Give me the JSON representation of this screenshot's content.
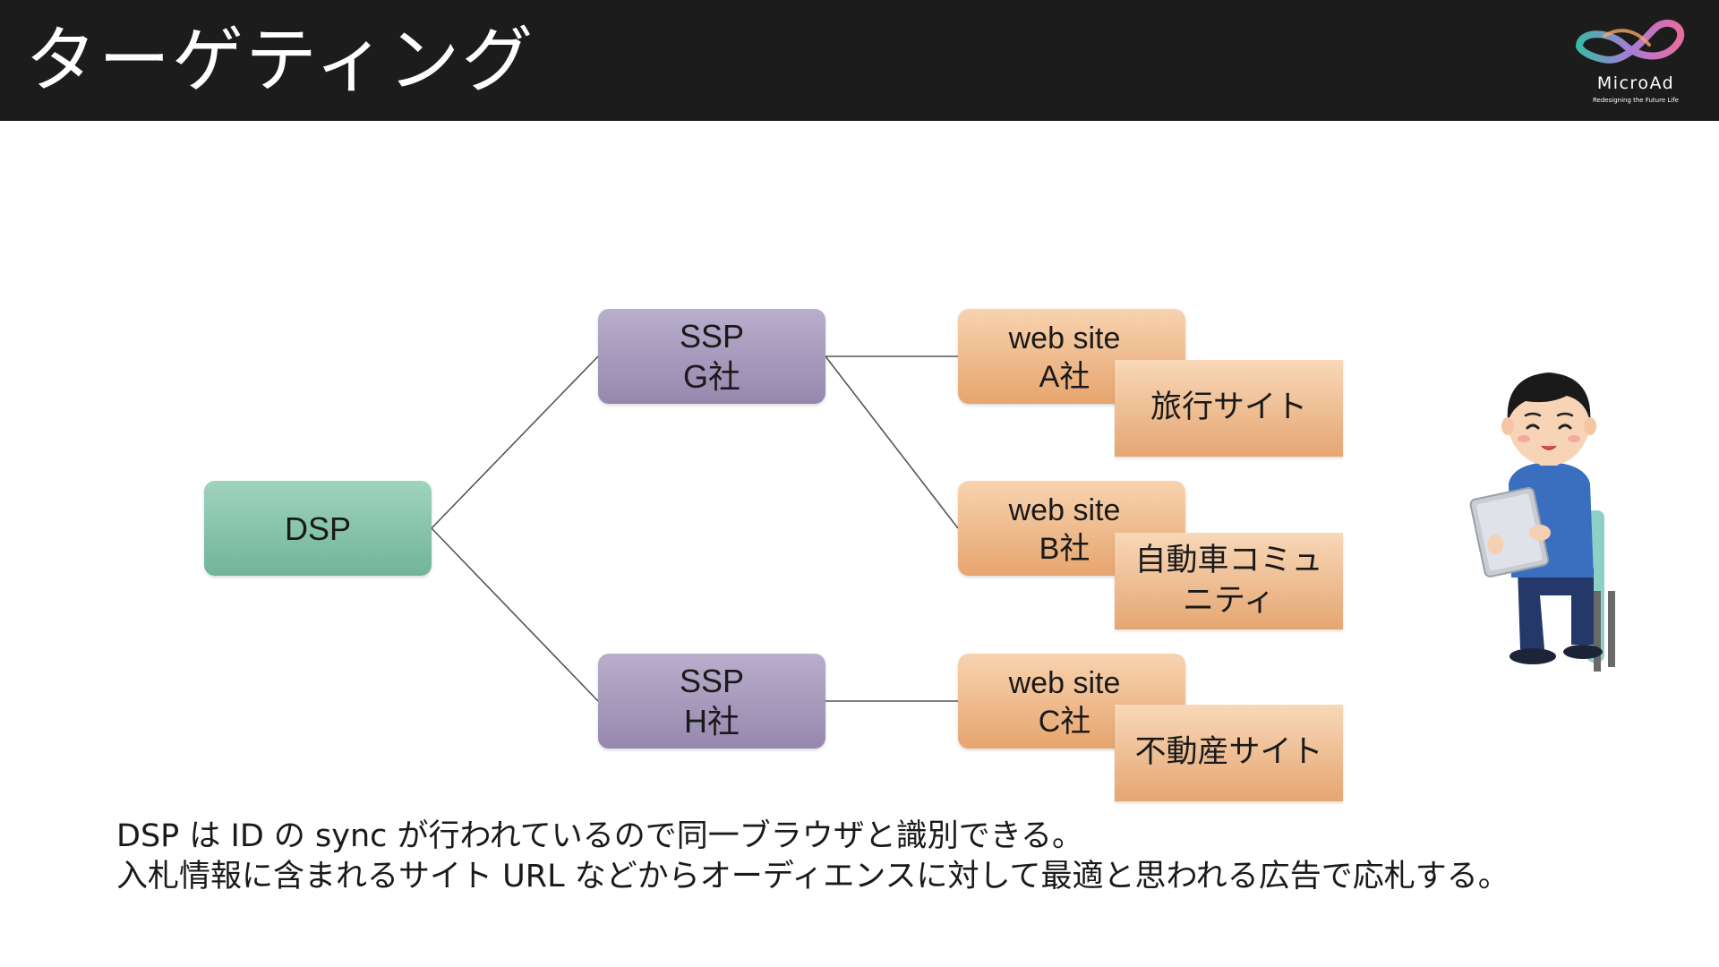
{
  "header": {
    "title": "ターゲティング",
    "logo": {
      "name": "MicroAd",
      "tagline": "Redesigning the Future Life",
      "icon": "microad-infinity-logo"
    }
  },
  "diagram": {
    "dsp": {
      "label": "DSP"
    },
    "ssps": [
      {
        "line1": "SSP",
        "line2": "G社"
      },
      {
        "line1": "SSP",
        "line2": "H社"
      }
    ],
    "sites": [
      {
        "line1": "web site",
        "line2": "A社",
        "category_lines": [
          "旅行サイト"
        ]
      },
      {
        "line1": "web site",
        "line2": "B社",
        "category_lines": [
          "自動車コミュ",
          "ニティ"
        ]
      },
      {
        "line1": "web site",
        "line2": "C社",
        "category_lines": [
          "不動産サイト"
        ]
      }
    ],
    "user_illustration": "person-with-tablet-icon",
    "colors": {
      "dsp": "#8cc5ad",
      "ssp": "#a99cbf",
      "site": "#efb98a",
      "connector": "#555555"
    }
  },
  "caption": {
    "line1": "DSP は ID の sync が行われているので同一ブラウザと識別できる。",
    "line2": "入札情報に含まれるサイト URL などからオーディエンスに対して最適と思われる広告で応札する。"
  }
}
